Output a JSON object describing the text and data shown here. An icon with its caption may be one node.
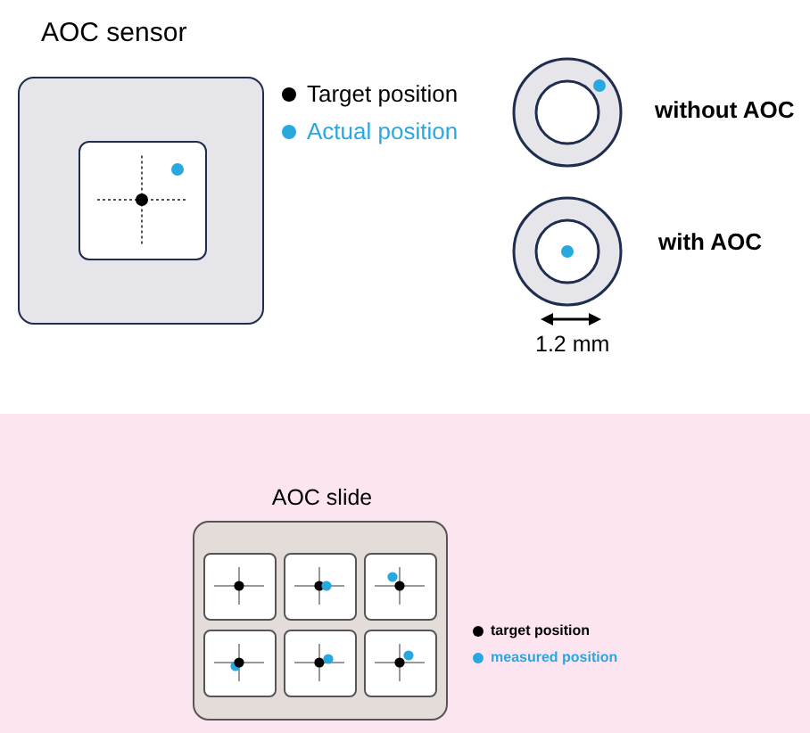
{
  "diagram": {
    "nodes": [
      {
        "text": [
          "AOC sensor"
        ]
      },
      {
        "text": [],
        "shape": "box",
        "in": 0
      },
      {
        "text": [],
        "shape": "circle",
        "beside": [
          "without AOC"
        ]
      },
      {
        "text": [],
        "shape": "circle",
        "beside": [
          "with AOC"
        ]
      },
      {
        "text": [
          "AOC slide"
        ]
      },
      {
        "text": [],
        "shape": "box",
        "in": 4
      },
      {
        "text": [],
        "shape": "box",
        "in": 4
      },
      {
        "text": [],
        "shape": "box",
        "in": 4
      },
      {
        "text": [],
        "shape": "box",
        "in": 4
      },
      {
        "text": [],
        "shape": "box",
        "in": 4
      },
      {
        "text": [],
        "shape": "box",
        "in": 4
      }
    ],
    "edges": [],
    "labels": [
      "1.2 mm"
    ],
    "legend": [
      {
        "text": "Target position",
        "color": "#000000"
      },
      {
        "text": "Actual position",
        "color": "#29a8e0"
      },
      {
        "text": "target position",
        "color": "#000000"
      },
      {
        "text": "measured position",
        "color": "#29a8e0"
      }
    ]
  }
}
